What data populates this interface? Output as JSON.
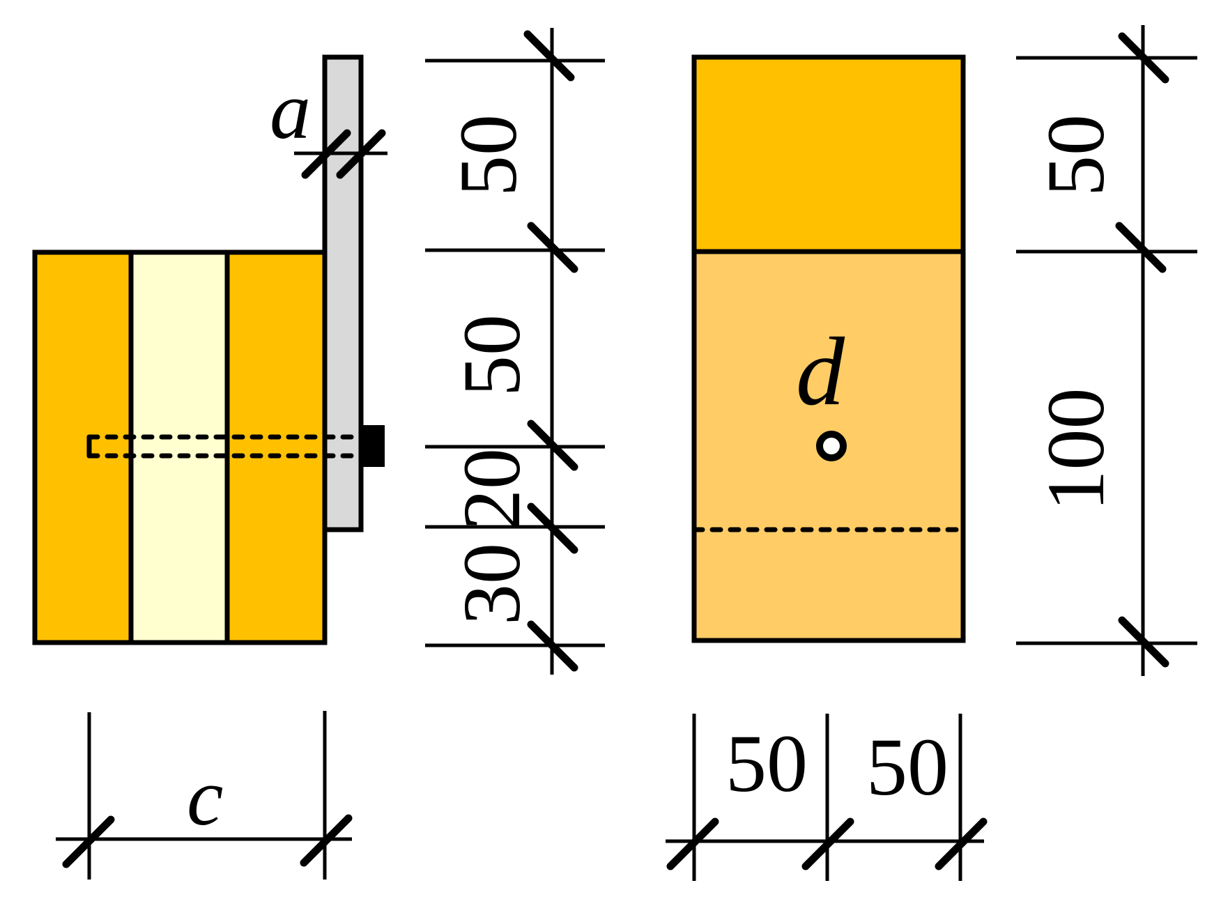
{
  "labels": {
    "a": "a",
    "c": "c",
    "d": "d"
  },
  "left_dims": {
    "seg_top": "50",
    "seg_middle": "50",
    "seg_lower": "20",
    "seg_bottom": "30"
  },
  "right_dims": {
    "seg_top": "50",
    "seg_bottom": "100"
  },
  "bottom_dims": {
    "right_left": "50",
    "right_right": "50"
  },
  "colors": {
    "orange": "#ffc000",
    "light_yellow": "#ffffd0",
    "light_orange": "#ffcc66",
    "gray_plate": "#d9d9d9",
    "line": "#000000"
  }
}
